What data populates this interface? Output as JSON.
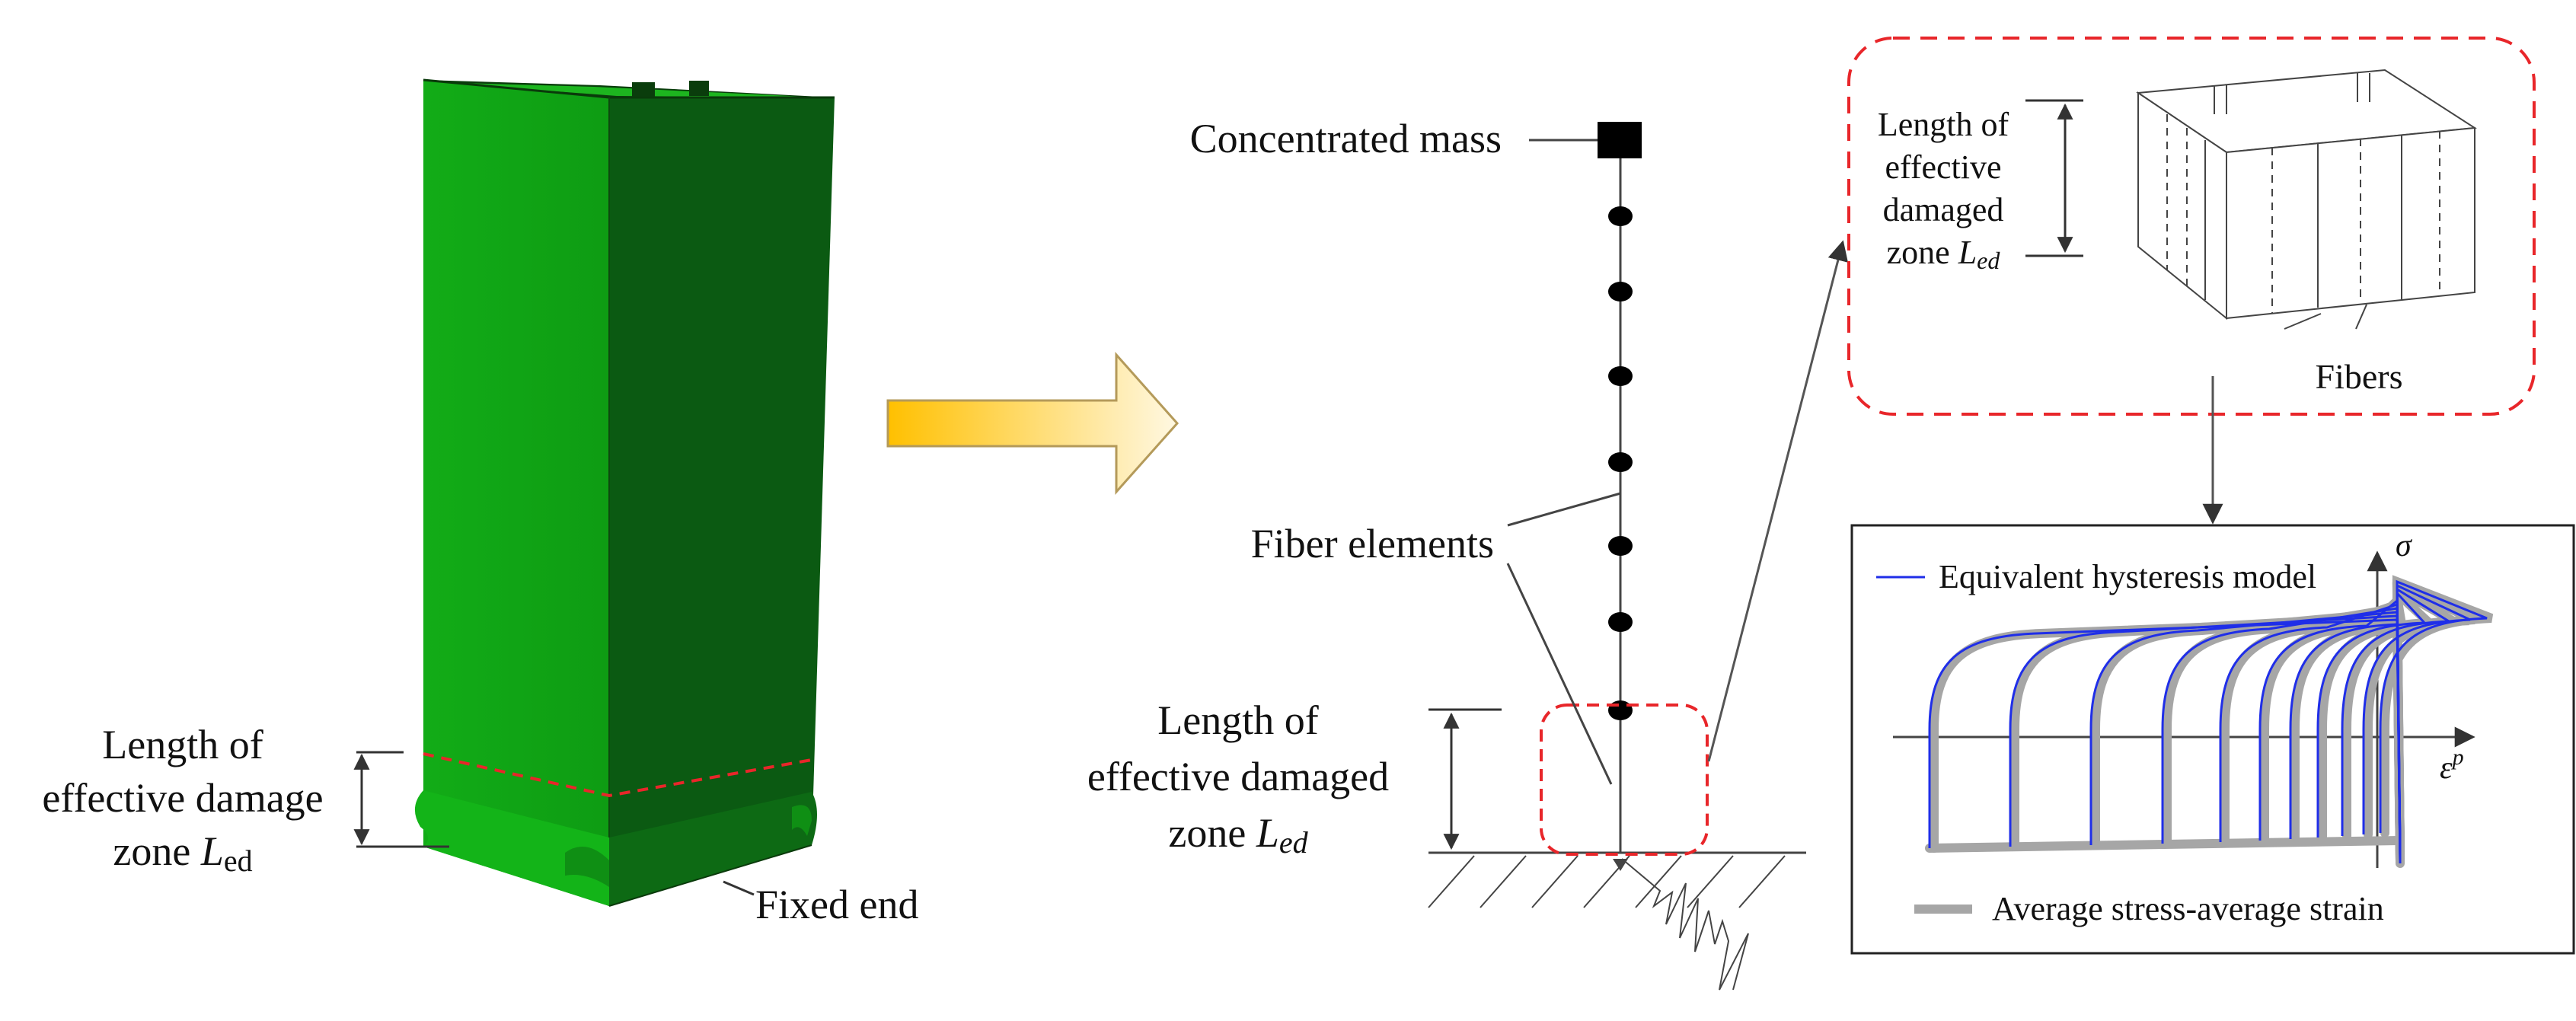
{
  "left_panel": {
    "damage_zone_label": {
      "line1": "Length of",
      "line2": "effective damage",
      "line3_prefix": "zone ",
      "symbol": "L",
      "subscript": "ed"
    },
    "fixed_end_label": "Fixed end"
  },
  "middle_panel": {
    "concentrated_mass_label": "Concentrated mass",
    "fiber_elements_label": "Fiber elements",
    "damaged_zone_label": {
      "line1": "Length of",
      "line2": "effective damaged",
      "line3_prefix": "zone ",
      "symbol": "L",
      "subscript": "ed"
    }
  },
  "zoom_panel": {
    "damaged_zone_label": {
      "line1": "Length of",
      "line2": "effective",
      "line3": "damaged",
      "line4_prefix": "zone ",
      "symbol": "L",
      "subscript": "ed"
    },
    "fibers_label": "Fibers"
  },
  "hysteresis_panel": {
    "y_axis_symbol": "σ",
    "x_axis_symbol": "ε",
    "x_axis_superscript": "p",
    "legend": [
      {
        "name": "Equivalent hysteresis model",
        "color": "#1f2ee8"
      },
      {
        "name": "Average stress-average strain",
        "color": "#a6a6a6"
      }
    ]
  },
  "colors": {
    "column_front": "#10a814",
    "column_side": "#0b5a12",
    "arrow_start": "#ffc000",
    "arrow_end": "#fff6dc",
    "dashed_red": "#e8262a"
  }
}
